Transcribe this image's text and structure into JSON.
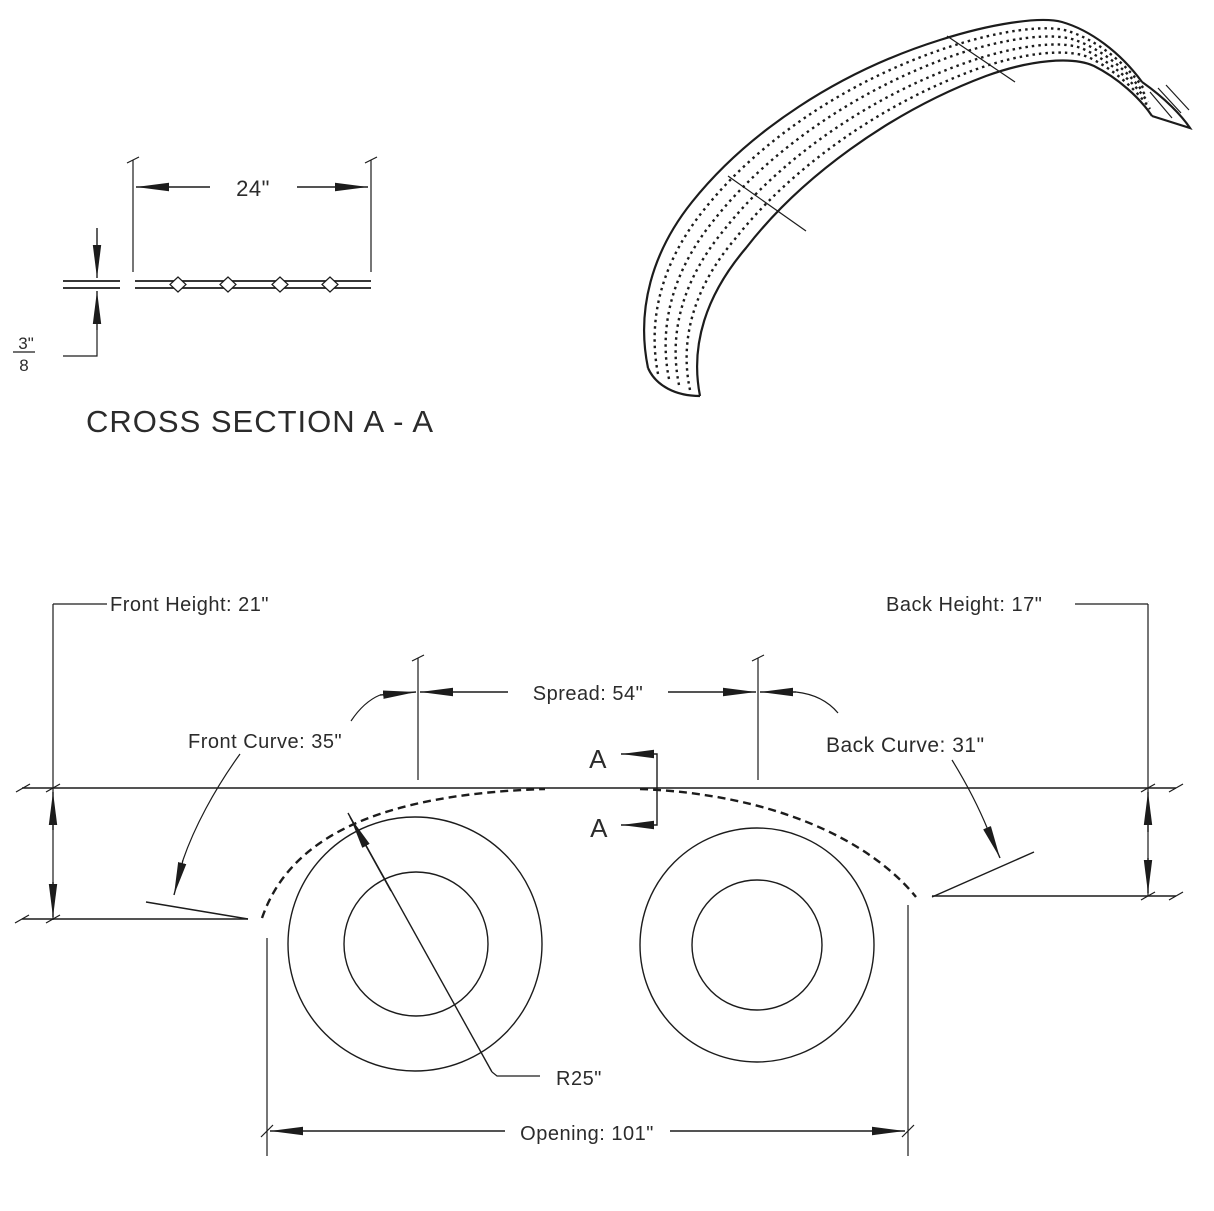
{
  "cross_section": {
    "width_dim": "24\"",
    "thickness": {
      "numerator": "3\"",
      "denominator": "8"
    },
    "title": "CROSS SECTION A - A"
  },
  "side_view": {
    "front_height": "Front Height: 21\"",
    "back_height": "Back Height: 17\"",
    "spread": "Spread: 54\"",
    "front_curve": "Front Curve: 35\"",
    "back_curve": "Back Curve: 31\"",
    "radius": "R25\"",
    "opening": "Opening: 101\"",
    "section_label_top": "A",
    "section_label_bottom": "A"
  },
  "colors": {
    "line": "#1c1c1c",
    "text": "#2b2b2b",
    "background": "#ffffff"
  }
}
